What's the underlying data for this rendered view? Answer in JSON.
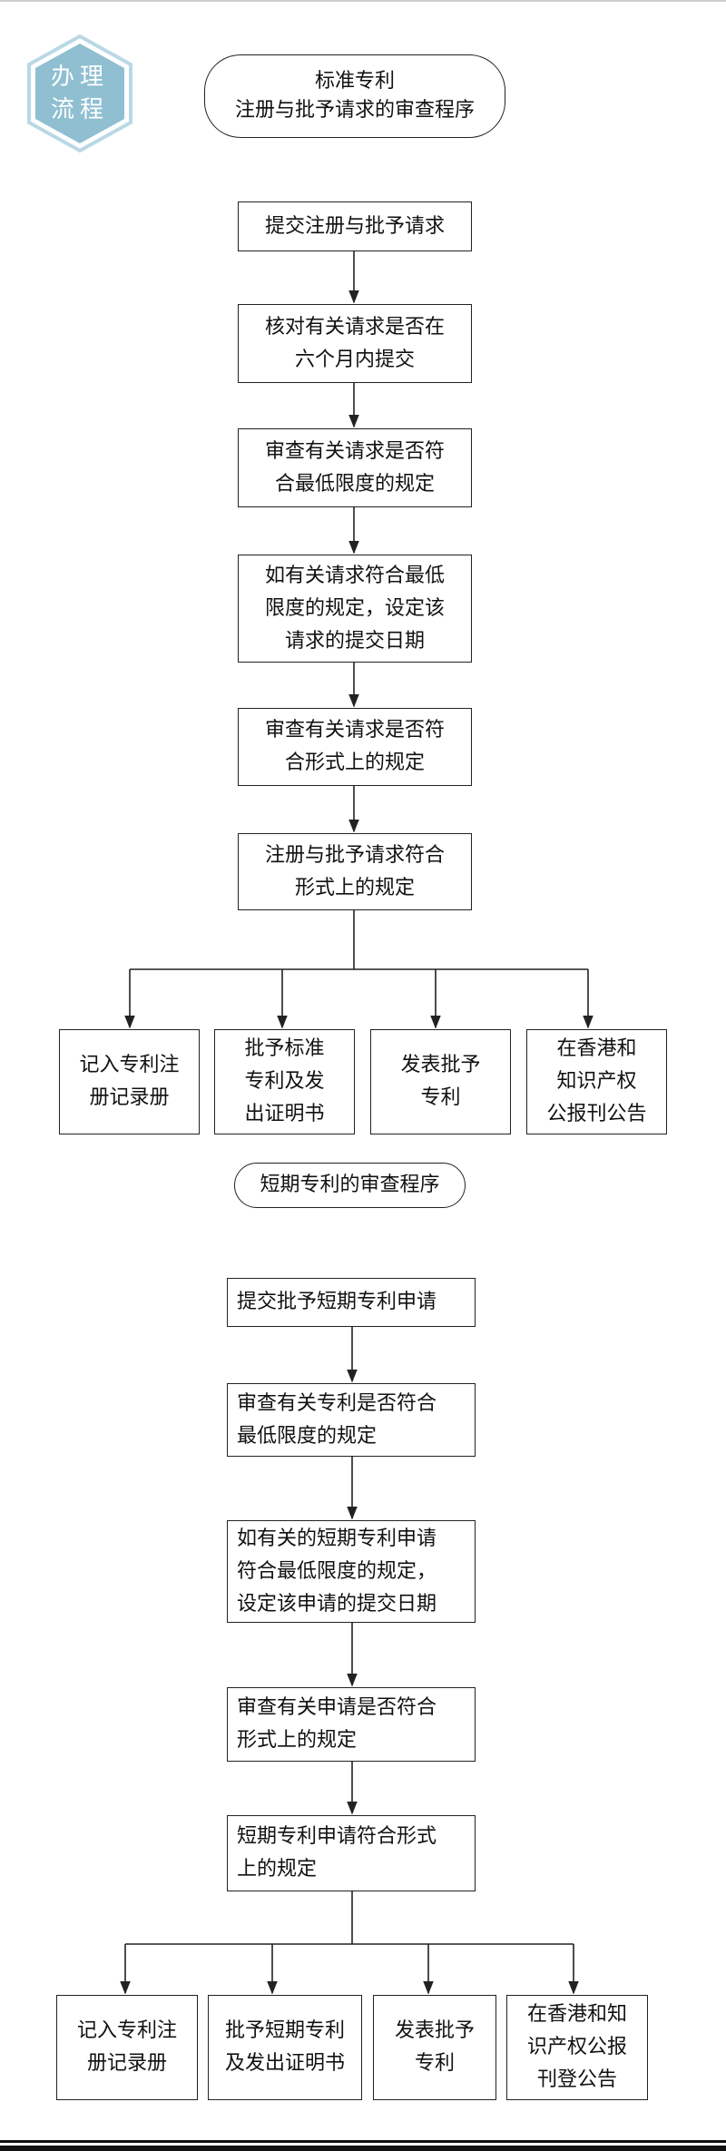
{
  "badge": {
    "line1": "办理",
    "line2": "流程",
    "color": "#8fbfd1",
    "border": "#b9d8e4"
  },
  "section1": {
    "title_line1": "标准专利",
    "title_line2": "注册与批予请求的审查程序",
    "steps": [
      "提交注册与批予请求",
      "核对有关请求是否在\n六个月内提交",
      "审查有关请求是否符\n合最低限度的规定",
      "如有关请求符合最低\n限度的规定，设定该\n请求的提交日期",
      "审查有关请求是否符\n合形式上的规定",
      "注册与批予请求符合\n形式上的规定"
    ],
    "outcomes": [
      "记入专利注\n册记录册",
      "批予标准\n专利及发\n出证明书",
      "发表批予\n专利",
      "在香港和\n知识产权\n公报刊公告"
    ]
  },
  "section2": {
    "title": "短期专利的审查程序",
    "steps": [
      "提交批予短期专利申请",
      "审查有关专利是否符合\n最低限度的规定",
      "如有关的短期专利申请\n符合最低限度的规定，\n设定该申请的提交日期",
      "审查有关申请是否符合\n形式上的规定",
      "短期专利申请符合形式\n上的规定"
    ],
    "outcomes": [
      "记入专利注\n册记录册",
      "批予短期专利\n及发出证明书",
      "发表批予\n专利",
      "在香港和知\n识产权公报\n刊登公告"
    ]
  }
}
